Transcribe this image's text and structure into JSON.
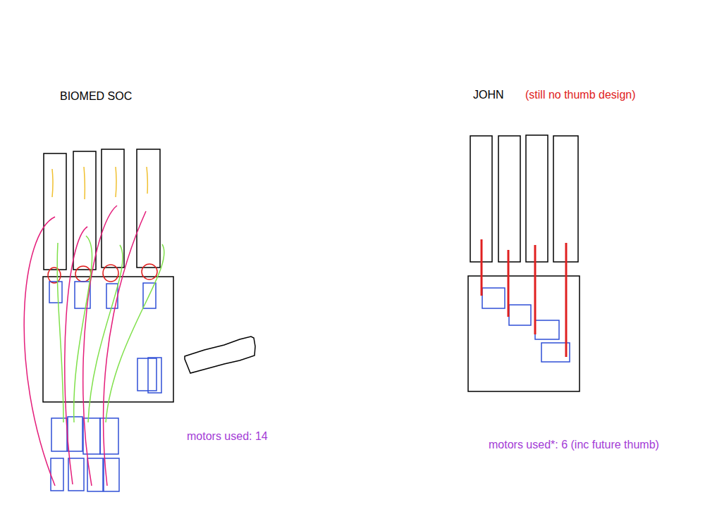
{
  "diagram": {
    "labels": [
      "BIOMED SOC",
      "motors used: 14",
      "JOHN",
      "(still no thumb design)",
      "motors used*: 6 (inc future thumb)"
    ]
  }
}
